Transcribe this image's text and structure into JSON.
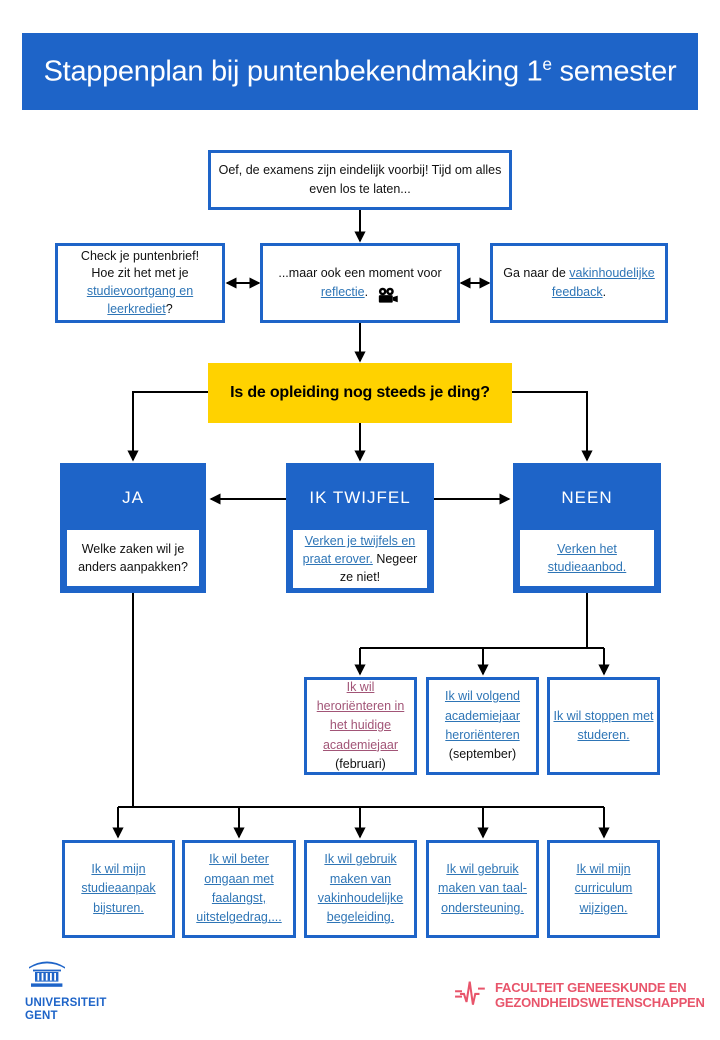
{
  "header": {
    "title_prefix": "Stappenplan bij puntenbekendmaking 1",
    "title_sup": "e",
    "title_suffix": " semester"
  },
  "colors": {
    "ugent_blue": "#1E64C8",
    "question_yellow": "#FFD200",
    "link_blue": "#2E75B6",
    "visited_link_purple": "#A25577",
    "faculty_pink": "#E8556B",
    "arrow_black": "#000000"
  },
  "icons": {
    "reflect_video": "movie-camera-icon",
    "university_emblem": "ugent-temple-icon",
    "faculty_mark": "heartbeat-icon"
  },
  "flow": {
    "intro": {
      "text": "Oef, de examens zijn eindelijk voorbij! Tijd om alles even los te laten..."
    },
    "check": {
      "line1": "Check je puntenbrief!",
      "line2": "Hoe zit het met je",
      "link": "studievoortgang en leerkrediet",
      "suffix": "?"
    },
    "reflect": {
      "text": "...maar ook een moment voor",
      "link": "reflectie",
      "suffix": "."
    },
    "feedback": {
      "prefix": "Ga naar de ",
      "link": "vakinhoudelijke feedback",
      "suffix": "."
    },
    "question": {
      "text": "Is de opleiding nog steeds je ding?"
    },
    "branches": [
      {
        "label": "JA",
        "body_text": "Welke zaken wil je anders aanpakken?"
      },
      {
        "label": "IK TWIJFEL",
        "body_link": "Verken je twijfels en praat erover.",
        "body_text": " Negeer ze niet!"
      },
      {
        "label": "NEEN",
        "body_link": "Verken het studieaanbod."
      }
    ],
    "neen_options": [
      {
        "link": "Ik wil heroriënteren in het huidige academiejaar",
        "note": "(februari)"
      },
      {
        "link": "Ik wil volgend academiejaar heroriënteren",
        "note": "(september)"
      },
      {
        "link": "Ik wil stoppen met studeren."
      }
    ],
    "ja_options": [
      {
        "link": "Ik wil mijn studieaanpak bijsturen."
      },
      {
        "link": "Ik wil beter omgaan met faalangst, uitstelgedrag,..."
      },
      {
        "link": "Ik wil gebruik maken van vakinhoudelijke begeleiding."
      },
      {
        "link": "Ik wil gebruik maken van taal-ondersteuning."
      },
      {
        "link": "Ik wil mijn curriculum wijzigen."
      }
    ]
  },
  "footer": {
    "university": {
      "line1": "UNIVERSITEIT",
      "line2": "GENT"
    },
    "faculty": {
      "line1": "FACULTEIT GENEESKUNDE EN",
      "line2": "GEZONDHEIDSWETENSCHAPPEN"
    }
  }
}
